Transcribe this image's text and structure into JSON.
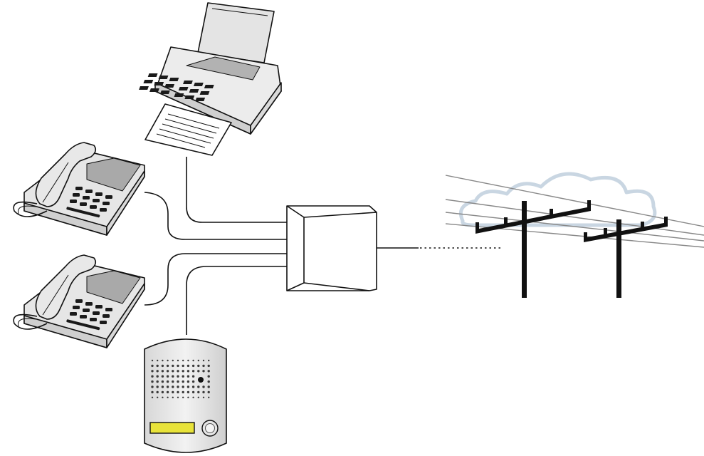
{
  "diagram": {
    "devices": [
      {
        "id": "fax",
        "name": "fax-machine"
      },
      {
        "id": "phone1",
        "name": "desk-telephone"
      },
      {
        "id": "phone2",
        "name": "desk-telephone"
      },
      {
        "id": "doorphone",
        "name": "door-intercom-station"
      }
    ],
    "hub": {
      "name": "telephone-adapter-box"
    },
    "external_line": {
      "name": "telephone-pole-line",
      "style": "dotted"
    },
    "colors": {
      "stroke": "#111111",
      "device_fill": "#e8e8e8",
      "screen_fill": "#a9a9a9",
      "key_fill": "#1a1a1a",
      "intercom_button": "#e8e33a",
      "cloud": "#c9d6e2",
      "overhead_wire": "#888888",
      "pole": "#111111",
      "background": "#ffffff"
    }
  }
}
